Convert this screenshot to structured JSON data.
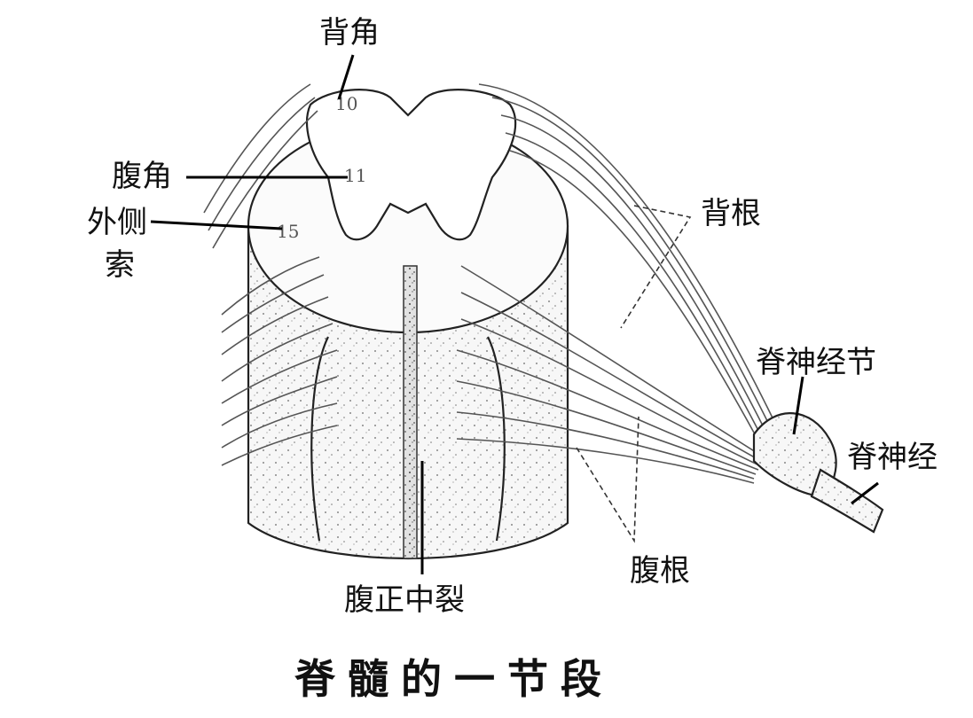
{
  "labels": {
    "dorsal_horn": "背角",
    "ventral_horn": "腹角",
    "lateral_funiculus_line1": "外侧",
    "lateral_funiculus_line2": "索",
    "dorsal_root": "背根",
    "spinal_ganglion": "脊神经节",
    "spinal_nerve": "脊神经",
    "ventral_root": "腹根",
    "ventral_median_fissure": "腹正中裂"
  },
  "numbers": {
    "n10": "10",
    "n11": "11",
    "n15": "15"
  },
  "caption": "脊髓的一节段"
}
